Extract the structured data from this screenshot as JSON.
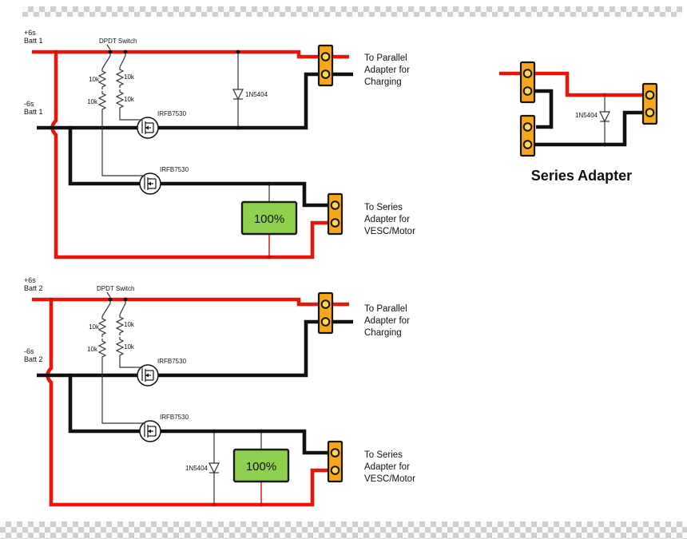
{
  "colors": {
    "positive_wire": "#e8150d",
    "negative_wire": "#111111",
    "connector_body": "#f9a61a",
    "connector_hole": "#ffd84d",
    "display_fill": "#8fd14f"
  },
  "circuits": [
    {
      "pos_label": [
        "+6s",
        "Batt 1"
      ],
      "neg_label": [
        "-6s",
        "Batt 1"
      ],
      "switch_label": "DPDT Switch",
      "resistor_labels": [
        "10k",
        "10k",
        "10k",
        "10k"
      ],
      "mosfet_labels": [
        "IRFB7530",
        "IRFB7530"
      ],
      "diode_label": "1N5404",
      "display_value": "100%",
      "parallel_note": [
        "To Parallel",
        "Adapter for",
        "Charging"
      ],
      "series_note": [
        "To Series",
        "Adapter for",
        "VESC/Motor"
      ]
    },
    {
      "pos_label": [
        "+6s",
        "Batt 2"
      ],
      "neg_label": [
        "-6s",
        "Batt 2"
      ],
      "switch_label": "DPDT Switch",
      "resistor_labels": [
        "10k",
        "10k",
        "10k",
        "10k"
      ],
      "mosfet_labels": [
        "IRFB7530",
        "IRFB7530"
      ],
      "diode_label": "1N5404",
      "display_value": "100%",
      "parallel_note": [
        "To Parallel",
        "Adapter for",
        "Charging"
      ],
      "series_note": [
        "To Series",
        "Adapter for",
        "VESC/Motor"
      ]
    }
  ],
  "series_adapter": {
    "title": "Series Adapter",
    "diode_label": "1N5404"
  }
}
